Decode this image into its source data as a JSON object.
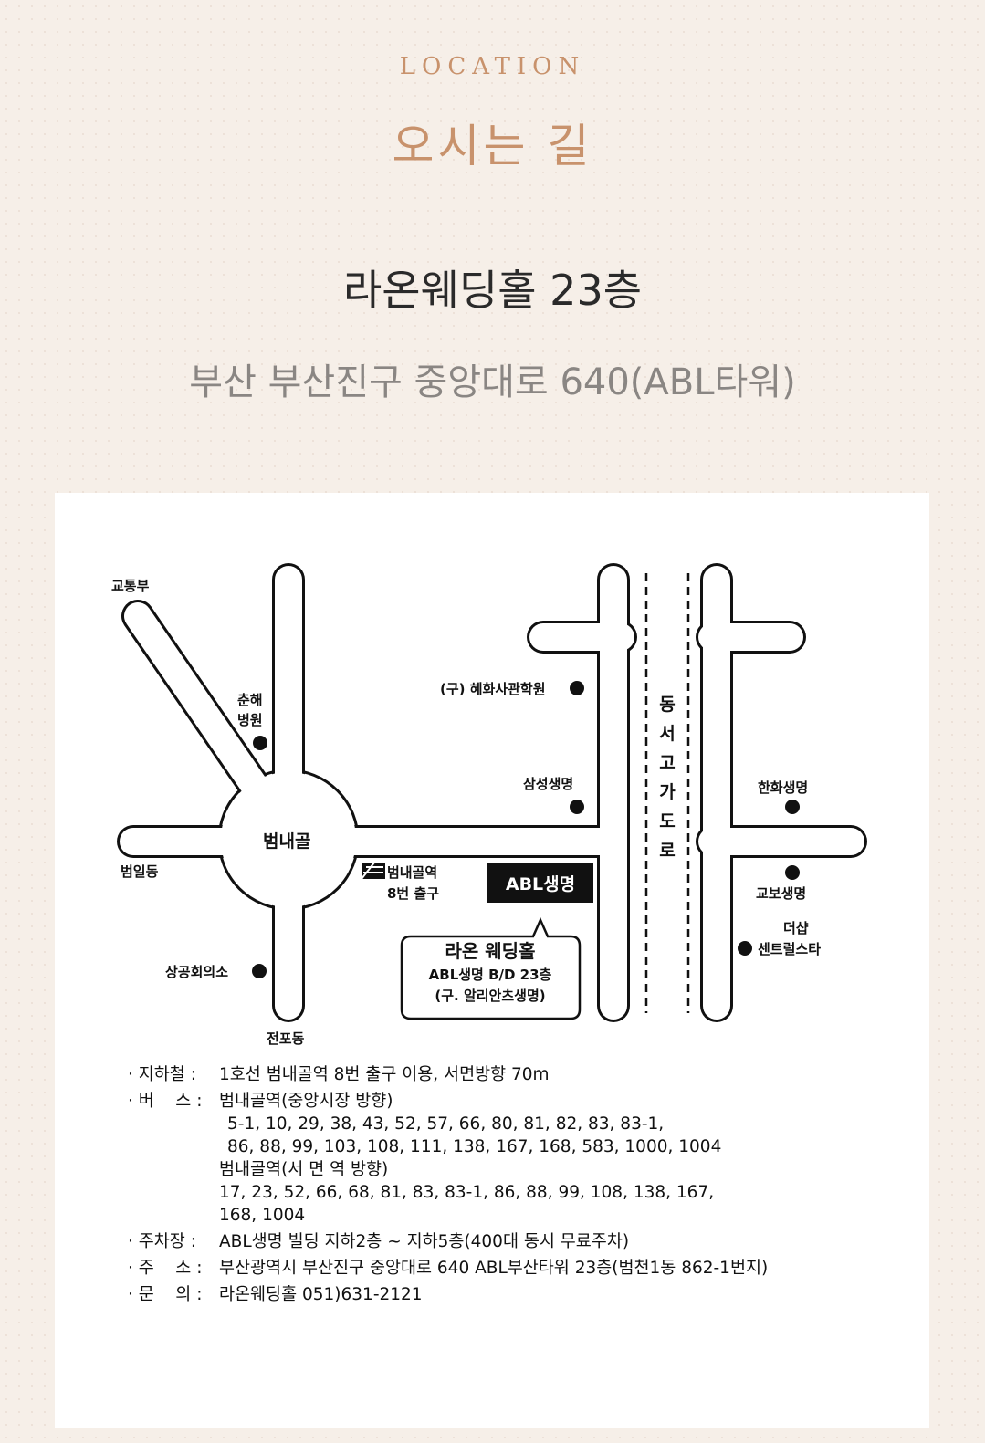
{
  "header": {
    "eyebrow": "LOCATION",
    "title": "오시는 길"
  },
  "venue": {
    "name": "라온웨딩홀 23층",
    "address": "부산 부산진구 중앙대로 640(ABL타워)"
  },
  "map": {
    "labels": {
      "gyotongbu": "교통부",
      "chunhae_1": "춘해",
      "chunhae_2": "병원",
      "beomnaegol": "범내골",
      "beomildong": "범일동",
      "sanggong": "상공회의소",
      "jeonpodong": "전포동",
      "hyehwa": "(구) 혜화사관학원",
      "samsung": "삼성생명",
      "station_1": "범내골역",
      "station_2": "8번 출구",
      "abl": "ABL생명",
      "raon_1": "라온 웨딩홀",
      "raon_2": "ABL생명 B/D 23층",
      "raon_3": "(구. 알리안츠생명)",
      "overpass": [
        "동",
        "서",
        "고",
        "가",
        "도",
        "로"
      ],
      "hanwha": "한화생명",
      "kyobo": "교보생명",
      "theshop_1": "더샵",
      "theshop_2": "센트럴스타"
    },
    "icons": {
      "subway": "subway-station-icon",
      "landmark": "landmark-dot-icon"
    }
  },
  "info": [
    {
      "key": "· 지하철 :",
      "lines": [
        "1호선 범내골역 8번 출구 이용, 서면방향 70m"
      ]
    },
    {
      "key": "· 버    스 :",
      "lines": [
        "범내골역(중앙시장 방향)",
        "5-1, 10, 29, 38, 43, 52, 57, 66, 80, 81, 82, 83, 83-1,",
        "86, 88, 99, 103, 108, 111, 138, 167, 168, 583, 1000, 1004",
        "범내골역(서 면 역 방향)",
        "17, 23, 52, 66, 68, 81, 83, 83-1, 86, 88, 99, 108, 138, 167,",
        "168, 1004"
      ]
    },
    {
      "key": "· 주차장 :",
      "lines": [
        "ABL생명 빌딩 지하2층 ~ 지하5층(400대 동시 무료주차)"
      ]
    },
    {
      "key": "· 주    소 :",
      "lines": [
        "부산광역시 부산진구 중앙대로 640 ABL부산타워 23층(범천1동 862-1번지)"
      ]
    },
    {
      "key": "· 문    의 :",
      "lines": [
        "라온웨딩홀 051)631-2121"
      ]
    }
  ]
}
